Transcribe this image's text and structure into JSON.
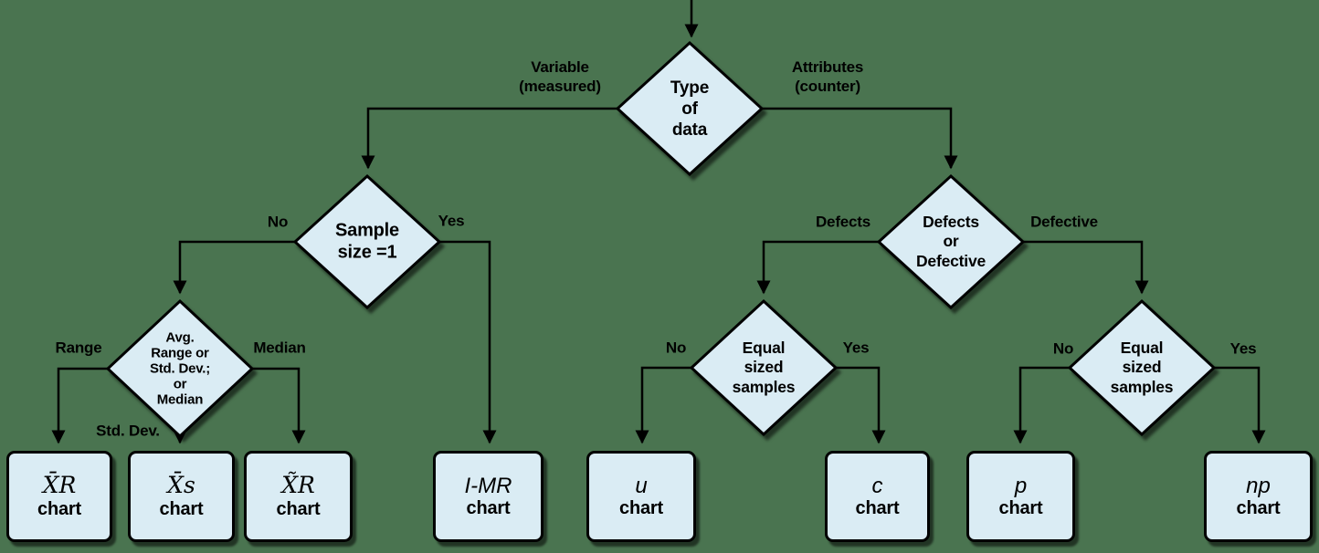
{
  "flowchart": {
    "title_semantic": "Control chart selection decision tree",
    "colors": {
      "background": "#4a7450",
      "node_fill": "#daecf4",
      "node_border": "#000000",
      "line": "#000000",
      "text": "#000000"
    },
    "root": {
      "label": "Type\nof\ndata"
    },
    "branch_labels": {
      "variable": "Variable\n(measured)",
      "attributes": "Attributes\n(counter)"
    },
    "sample_size": {
      "label": "Sample\nsize =1",
      "no": "No",
      "yes": "Yes"
    },
    "estimator": {
      "label": "Avg.\nRange or\nStd. Dev.;\nor\nMedian",
      "range": "Range",
      "std_dev": "Std. Dev.",
      "median": "Median"
    },
    "defects": {
      "label": "Defects\nor\nDefective",
      "defects": "Defects",
      "defective": "Defective"
    },
    "equal_left": {
      "label": "Equal\nsized\nsamples",
      "no": "No",
      "yes": "Yes"
    },
    "equal_right": {
      "label": "Equal\nsized\nsamples",
      "no": "No",
      "yes": "Yes"
    },
    "charts": [
      {
        "id": "xbar-r",
        "formula": "X̄R",
        "word": "chart"
      },
      {
        "id": "xbar-s",
        "formula": "X̄s",
        "word": "chart"
      },
      {
        "id": "xtilde-r",
        "formula": "X̃R",
        "word": "chart"
      },
      {
        "id": "i-mr",
        "formula": "I-MR",
        "word": "chart"
      },
      {
        "id": "u",
        "formula": "u",
        "word": "chart"
      },
      {
        "id": "c",
        "formula": "c",
        "word": "chart"
      },
      {
        "id": "p",
        "formula": "p",
        "word": "chart"
      },
      {
        "id": "np",
        "formula": "np",
        "word": "chart"
      }
    ]
  }
}
